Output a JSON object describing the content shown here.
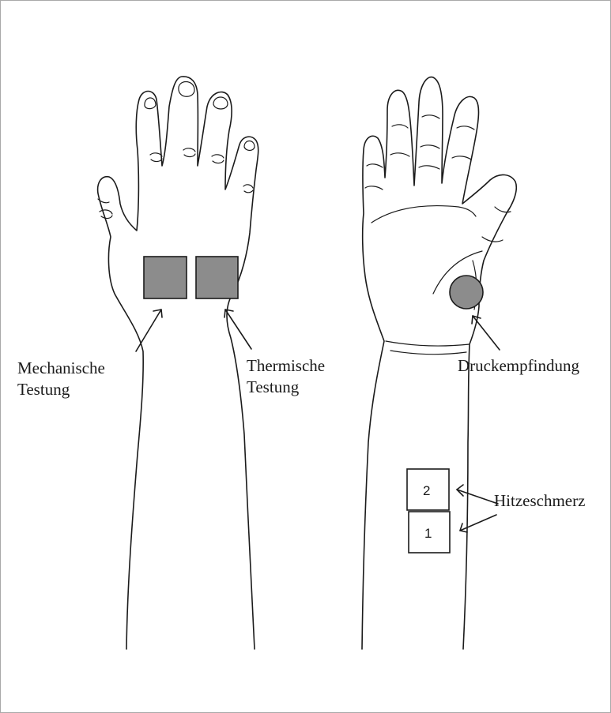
{
  "labels": {
    "mechanical_line1": "Mechanische",
    "mechanical_line2": "Testung",
    "thermal_line1": "Thermische",
    "thermal_line2": "Testung",
    "pressure": "Druckempfindung",
    "heat_pain": "Hitzeschmerz"
  },
  "sites": {
    "site_2": "2",
    "site_1": "1"
  },
  "colors": {
    "patch_fill": "#8c8c8c",
    "line": "#1b1b1b",
    "frame": "#a9a9a9"
  }
}
